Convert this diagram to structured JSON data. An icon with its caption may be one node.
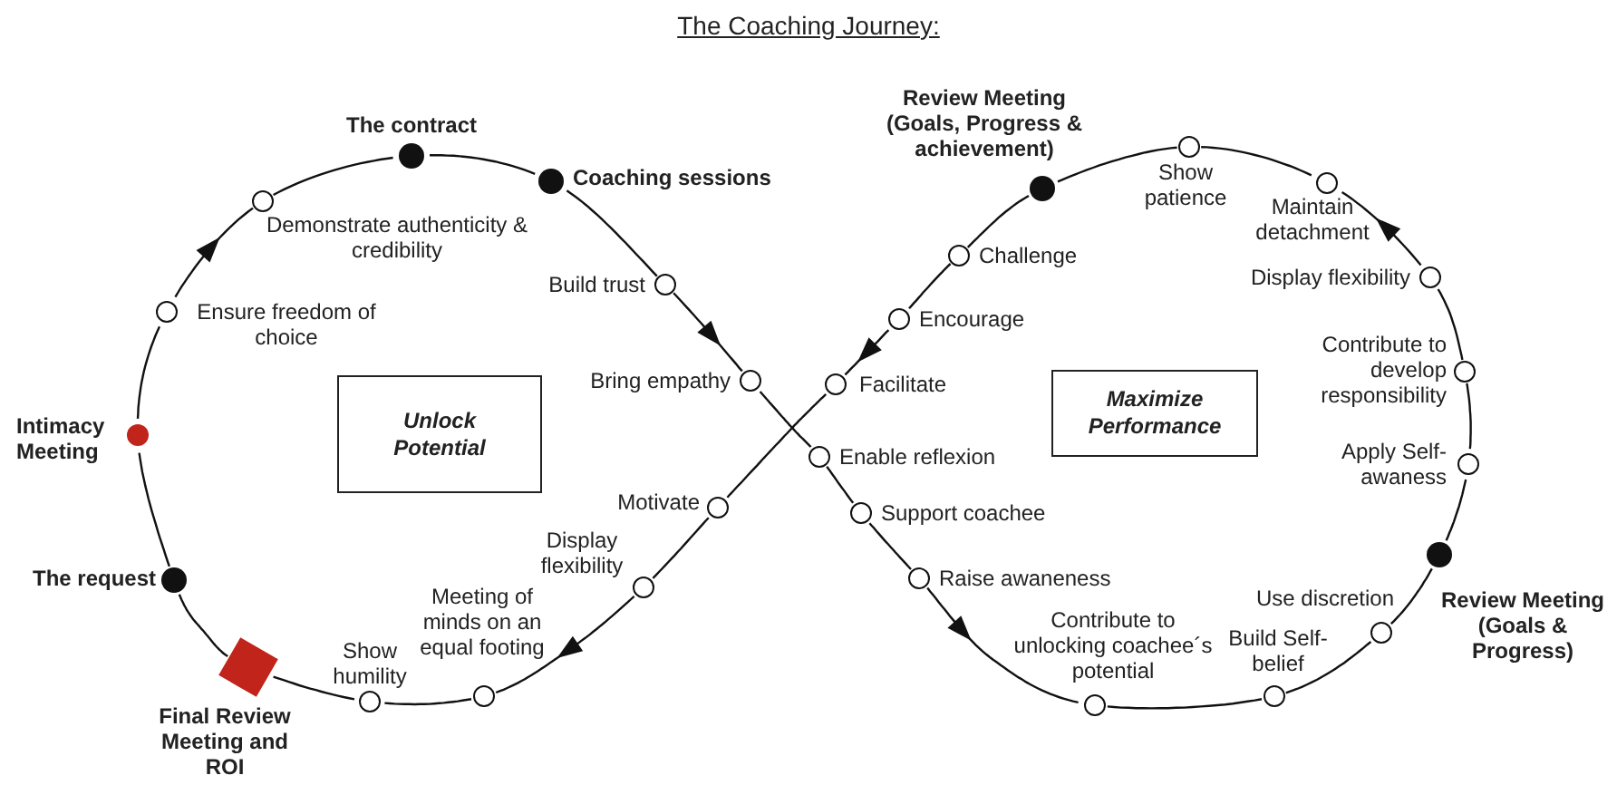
{
  "diagram": {
    "title": "The Coaching Journey:",
    "nodes": [
      {
        "text": [
          "Unlock Potential"
        ]
      },
      {
        "text": [
          "Maximize Performance"
        ]
      },
      {
        "text": [],
        "shape": "circle",
        "beside": [
          "The request"
        ]
      },
      {
        "text": [],
        "shape": "circle",
        "beside": [
          "Intimacy Meeting"
        ]
      },
      {
        "text": [],
        "shape": "circle",
        "beside": [
          "Ensure freedom of choice"
        ]
      },
      {
        "text": [],
        "shape": "circle",
        "beside": [
          "Demonstrate authenticity & credibility"
        ]
      },
      {
        "text": [],
        "shape": "circle",
        "beside": [
          "The contract"
        ]
      },
      {
        "text": [],
        "shape": "circle",
        "beside": [
          "Coaching sessions"
        ]
      },
      {
        "text": [],
        "shape": "circle",
        "beside": [
          "Build trust"
        ]
      },
      {
        "text": [],
        "shape": "circle",
        "beside": [
          "Bring empathy"
        ]
      },
      {
        "text": [],
        "shape": "circle",
        "beside": [
          "Enable reflexion"
        ]
      },
      {
        "text": [],
        "shape": "circle",
        "beside": [
          "Support coachee"
        ]
      },
      {
        "text": [],
        "shape": "circle",
        "beside": [
          "Raise awaneness"
        ]
      },
      {
        "text": [],
        "shape": "circle",
        "beside": [
          "Contribute to unlocking coachee´s potential"
        ]
      },
      {
        "text": [],
        "shape": "circle",
        "beside": [
          "Build Self-belief"
        ]
      },
      {
        "text": [],
        "shape": "circle",
        "beside": [
          "Use discretion"
        ]
      },
      {
        "text": [],
        "shape": "circle",
        "beside": [
          "Review Meeting (Goals & Progress)"
        ]
      },
      {
        "text": [],
        "shape": "circle",
        "beside": [
          "Apply Self-awaness"
        ]
      },
      {
        "text": [],
        "shape": "circle",
        "beside": [
          "Contribute to develop responsibility"
        ]
      },
      {
        "text": [],
        "shape": "circle",
        "beside": [
          "Display flexibility"
        ]
      },
      {
        "text": [],
        "shape": "circle",
        "beside": [
          "Maintain detachment"
        ]
      },
      {
        "text": [],
        "shape": "circle",
        "beside": [
          "Show patience"
        ]
      },
      {
        "text": [],
        "shape": "circle",
        "beside": [
          "Review Meeting (Goals, Progress & achievement)"
        ]
      },
      {
        "text": [],
        "shape": "circle",
        "beside": [
          "Challenge"
        ]
      },
      {
        "text": [],
        "shape": "circle",
        "beside": [
          "Encourage"
        ]
      },
      {
        "text": [],
        "shape": "circle",
        "beside": [
          "Facilitate"
        ]
      },
      {
        "text": [],
        "shape": "circle",
        "beside": [
          "Motivate"
        ]
      },
      {
        "text": [],
        "shape": "circle",
        "beside": [
          "Display flexibility"
        ]
      },
      {
        "text": [],
        "shape": "circle",
        "beside": [
          "Meeting of minds on an equal footing"
        ]
      },
      {
        "text": [],
        "shape": "circle",
        "beside": [
          "Show humility"
        ]
      },
      {
        "text": [],
        "shape": "box",
        "beside": [
          "Final Review Meeting and ROI"
        ]
      }
    ],
    "edges": [
      {
        "from": 2,
        "to": 3,
        "arrow": "none"
      },
      {
        "from": 3,
        "to": 4,
        "arrow": "none"
      },
      {
        "from": 4,
        "to": 5,
        "arrow": "to"
      },
      {
        "from": 5,
        "to": 6,
        "arrow": "none"
      },
      {
        "from": 6,
        "to": 7,
        "arrow": "none"
      },
      {
        "from": 7,
        "to": 8,
        "arrow": "none"
      },
      {
        "from": 8,
        "to": 9,
        "arrow": "to"
      },
      {
        "from": 9,
        "to": 10,
        "arrow": "none"
      },
      {
        "from": 10,
        "to": 11,
        "arrow": "none"
      },
      {
        "from": 11,
        "to": 12,
        "arrow": "none"
      },
      {
        "from": 12,
        "to": 13,
        "arrow": "to"
      },
      {
        "from": 13,
        "to": 14,
        "arrow": "none"
      },
      {
        "from": 14,
        "to": 15,
        "arrow": "none"
      },
      {
        "from": 15,
        "to": 16,
        "arrow": "none"
      },
      {
        "from": 16,
        "to": 17,
        "arrow": "none"
      },
      {
        "from": 17,
        "to": 18,
        "arrow": "none"
      },
      {
        "from": 18,
        "to": 19,
        "arrow": "none"
      },
      {
        "from": 19,
        "to": 20,
        "arrow": "to"
      },
      {
        "from": 20,
        "to": 21,
        "arrow": "none"
      },
      {
        "from": 21,
        "to": 22,
        "arrow": "none"
      },
      {
        "from": 22,
        "to": 23,
        "arrow": "none"
      },
      {
        "from": 23,
        "to": 24,
        "arrow": "none"
      },
      {
        "from": 24,
        "to": 25,
        "arrow": "to"
      },
      {
        "from": 25,
        "to": 26,
        "arrow": "none"
      },
      {
        "from": 26,
        "to": 27,
        "arrow": "none"
      },
      {
        "from": 27,
        "to": 28,
        "arrow": "to"
      },
      {
        "from": 28,
        "to": 29,
        "arrow": "none"
      },
      {
        "from": 29,
        "to": 30,
        "arrow": "none"
      },
      {
        "from": 30,
        "to": 2,
        "arrow": "none"
      }
    ]
  }
}
